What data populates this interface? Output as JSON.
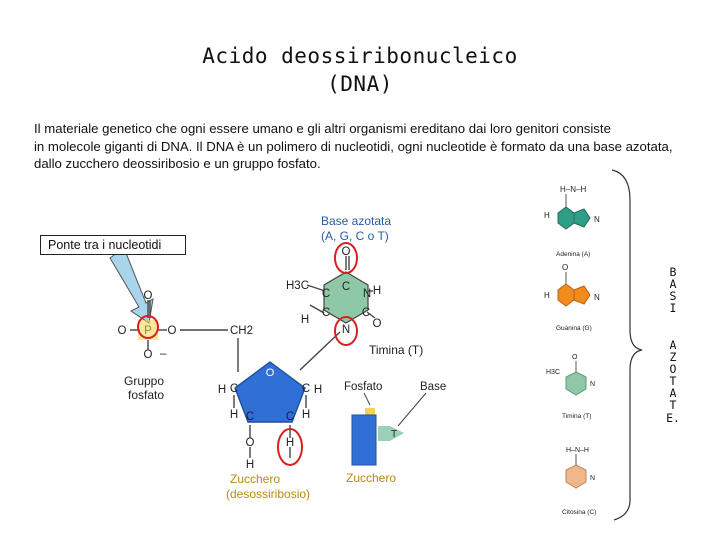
{
  "title": {
    "line1": "Acido deossiribonucleico",
    "line2": "(DNA)"
  },
  "intro": {
    "line1": "Il materiale genetico che ogni essere umano e gli altri organismi ereditano dai loro genitori consiste",
    "line2": "in molecole giganti di DNA. Il DNA è un polimero di nucleotidi, ogni nucleotide è formato da una base azotata,",
    "line3": "dallo zucchero deossiribosio e un gruppo fosfato."
  },
  "callout": "Ponte tra i nucleotidi",
  "diagram": {
    "base_label_1": "Base azotata",
    "base_label_2": "(A, G, C o T)",
    "thymine_label": "Timina (T)",
    "phosphate_label_1": "Gruppo",
    "phosphate_label_2": "fosfato",
    "sugar_label_1": "Zucchero",
    "sugar_label_2": "(desossiribosio)",
    "legend_phosphate": "Fosfato",
    "legend_base": "Base",
    "legend_sugar": "Zucchero",
    "legend_T": "T",
    "ch2": "CH2",
    "h3c": "H3C"
  },
  "bases": {
    "adenine": "Adenina (A)",
    "guanine": "Guanina (G)",
    "thymine": "Timina (T)",
    "cytosine": "Citosina (C)"
  },
  "side_label": {
    "word1": [
      "B",
      "A",
      "S",
      "I"
    ],
    "word2": [
      "A",
      "Z",
      "O",
      "T",
      "A",
      "T",
      "E."
    ]
  },
  "colors": {
    "adenine": "#2f9e86",
    "guanine": "#f28a1e",
    "thymine": "#8fc8a8",
    "cytosine": "#f0b88a",
    "sugar": "#2f6fd6",
    "phosphate": "#f2d54a",
    "highlight": "#d92020",
    "label_blue": "#2a5aa8",
    "arrow": "#a8d4ec"
  }
}
